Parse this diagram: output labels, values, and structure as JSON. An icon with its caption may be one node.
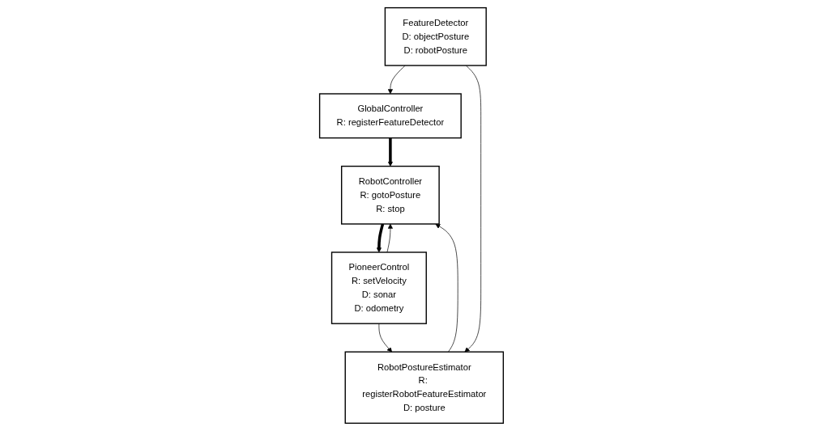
{
  "diagram": {
    "nodes": [
      {
        "text": [
          "GlobalController",
          "R: registerFeatureDetector"
        ]
      },
      {
        "text": [
          "FeatureDetector",
          "D: objectPosture",
          "D: robotPosture"
        ]
      },
      {
        "text": [
          "RobotController",
          "R: gotoPosture",
          "R: stop"
        ]
      },
      {
        "text": [
          "RobotPostureEstimator",
          "R: registerRobotFeatureEstimator",
          "D: posture"
        ]
      },
      {
        "text": [
          "PioneerControl",
          "R: setVelocity",
          "D: sonar",
          "D: odometry"
        ]
      }
    ],
    "edges": [
      {
        "from": 0,
        "to": 2,
        "arrow": "to",
        "style": "thick"
      },
      {
        "from": 1,
        "to": 0,
        "arrow": "to"
      },
      {
        "from": 2,
        "to": 4,
        "arrow": "to",
        "style": "thick"
      },
      {
        "from": 4,
        "to": 2,
        "arrow": "to"
      },
      {
        "from": 3,
        "to": 2,
        "arrow": "to"
      },
      {
        "from": 4,
        "to": 3,
        "arrow": "to"
      },
      {
        "from": 1,
        "to": 3,
        "arrow": "to"
      }
    ]
  }
}
